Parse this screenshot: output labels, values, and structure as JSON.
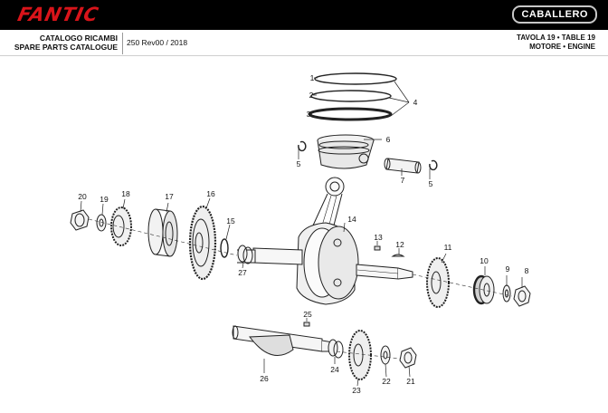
{
  "header": {
    "brand": "FANTIC",
    "model": "CABALLERO",
    "catalog_it": "CATALOGO RICAMBI",
    "catalog_en": "SPARE PARTS CATALOGUE",
    "revision": "250 Rev00 / 2018",
    "table": "TAVOLA 19 • TABLE 19",
    "section": "MOTORE • ENGINE"
  },
  "callouts": [
    "1",
    "2",
    "3",
    "4",
    "5",
    "5",
    "6",
    "7",
    "8",
    "9",
    "10",
    "11",
    "12",
    "13",
    "14",
    "15",
    "16",
    "17",
    "18",
    "19",
    "20",
    "21",
    "22",
    "23",
    "24",
    "25",
    "26",
    "27"
  ]
}
